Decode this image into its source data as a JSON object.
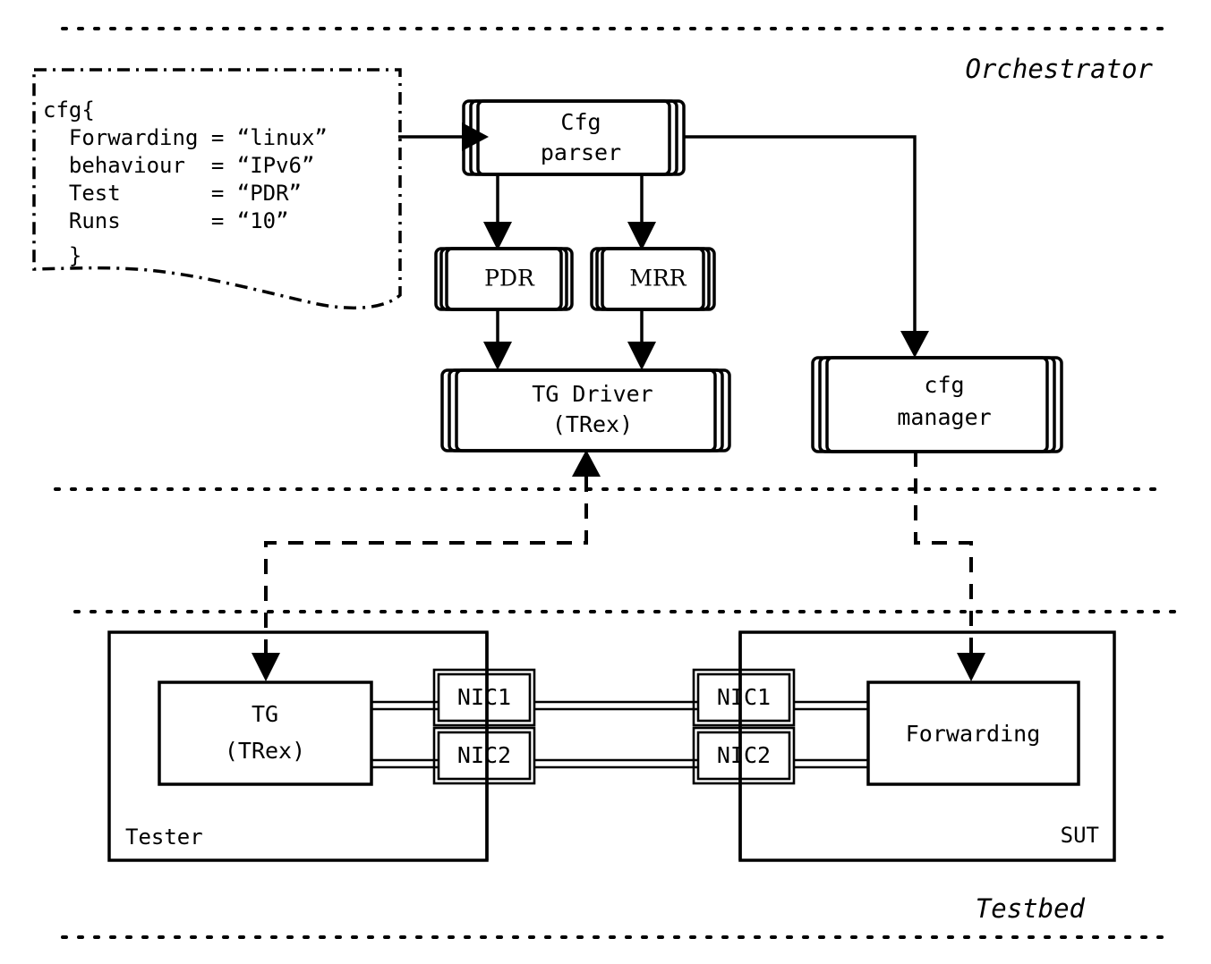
{
  "zones": {
    "orchestrator_label": "Orchestrator",
    "testbed_label": "Testbed"
  },
  "config_note": {
    "name": "cfg-config-note",
    "lines": [
      "cfg{",
      "  Forwarding = “linux”",
      "  behaviour  = “IPv6”",
      "  Test       = “PDR”",
      "  Runs       = “10”",
      "  }"
    ],
    "keys": [
      "Forwarding",
      "behaviour",
      "Test",
      "Runs"
    ],
    "values": [
      "linux",
      "IPv6",
      "PDR",
      "10"
    ]
  },
  "orchestrator": {
    "cfg_parser": {
      "line1": "Cfg",
      "line2": "parser"
    },
    "pdr": {
      "label": "PDR"
    },
    "mrr": {
      "label": "MRR"
    },
    "tg_driver": {
      "line1": "TG Driver",
      "line2": "(TRex)"
    },
    "cfg_manager": {
      "line1": "cfg",
      "line2": "manager"
    }
  },
  "testbed": {
    "tester": {
      "label": "Tester",
      "tg": {
        "line1": "TG",
        "line2": "(TRex)"
      },
      "nic1": "NIC1",
      "nic2": "NIC2"
    },
    "sut": {
      "label": "SUT",
      "forwarding": "Forwarding",
      "nic1": "NIC1",
      "nic2": "NIC2"
    }
  },
  "colors": {
    "ink": "#000000",
    "paper": "#ffffff"
  }
}
